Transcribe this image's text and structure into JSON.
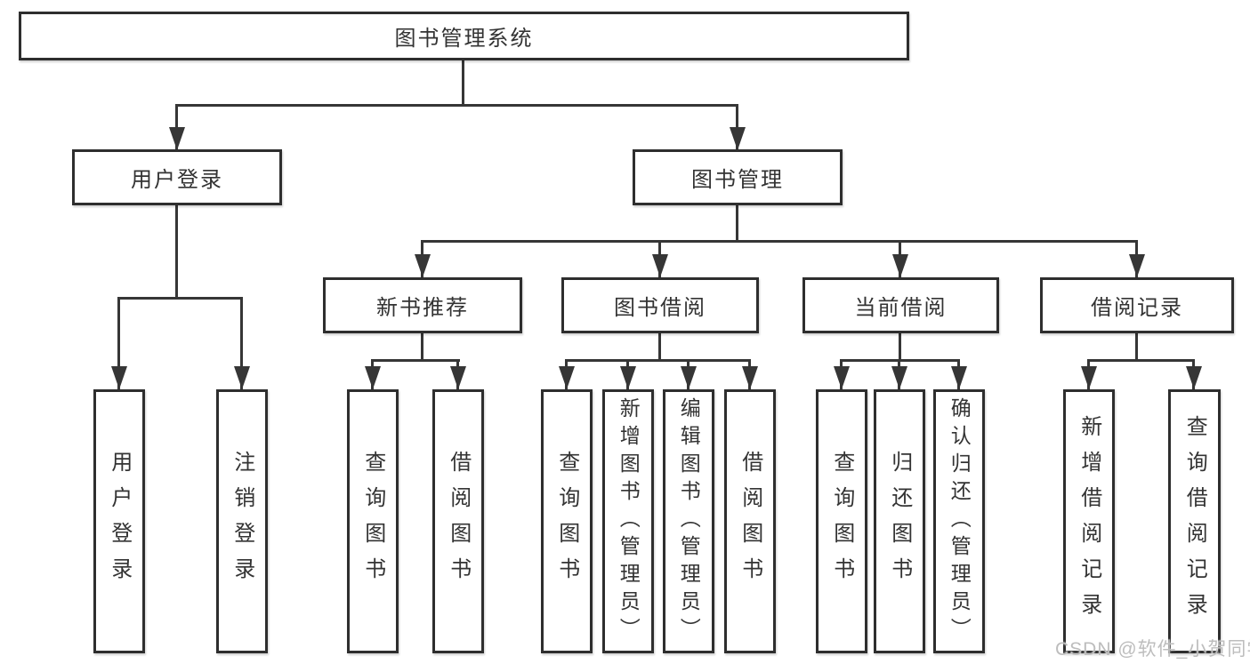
{
  "nodes": {
    "root": "图书管理系统",
    "level2": [
      "用户登录",
      "图书管理"
    ],
    "level3": [
      "新书推荐",
      "图书借阅",
      "当前借阅",
      "借阅记录"
    ],
    "level4": {
      "login": [
        "用户登录",
        "注销登录"
      ],
      "recommend": [
        "查询图书",
        "借阅图书"
      ],
      "borrow": [
        "查询图书",
        "新增图书（管理员）",
        "编辑图书（管理员）",
        "借阅图书"
      ],
      "current": [
        "查询图书",
        "归还图书",
        "确认归还（管理员）"
      ],
      "records": [
        "新增借阅记录",
        "查询借阅记录"
      ]
    }
  },
  "watermark": "CSDN @软件_小贺同学",
  "colors": {
    "background": "#ffffff",
    "line": "#363636",
    "box_border": "#2e2e2e",
    "text": "#333333",
    "watermark": "#bdbdbd"
  }
}
